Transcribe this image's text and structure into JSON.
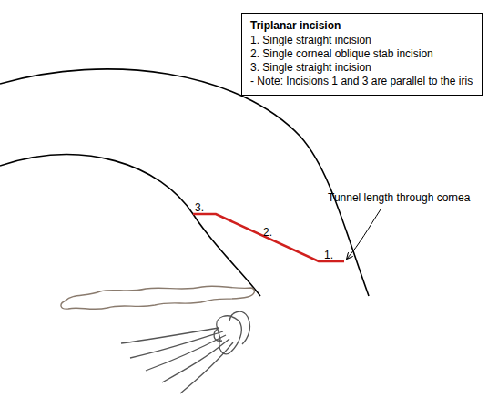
{
  "diagram": {
    "nodes": [
      {
        "text": [
          "Triplanar incision",
          "1. Single straight incision",
          "2. Single corneal oblique stab incision",
          "3. Single straight incision",
          "- Note: Incisions 1 and 3 are parallel to the iris"
        ]
      }
    ],
    "labels": [
      "3.",
      "2.",
      "1.",
      "Tunnel length through cornea"
    ]
  }
}
